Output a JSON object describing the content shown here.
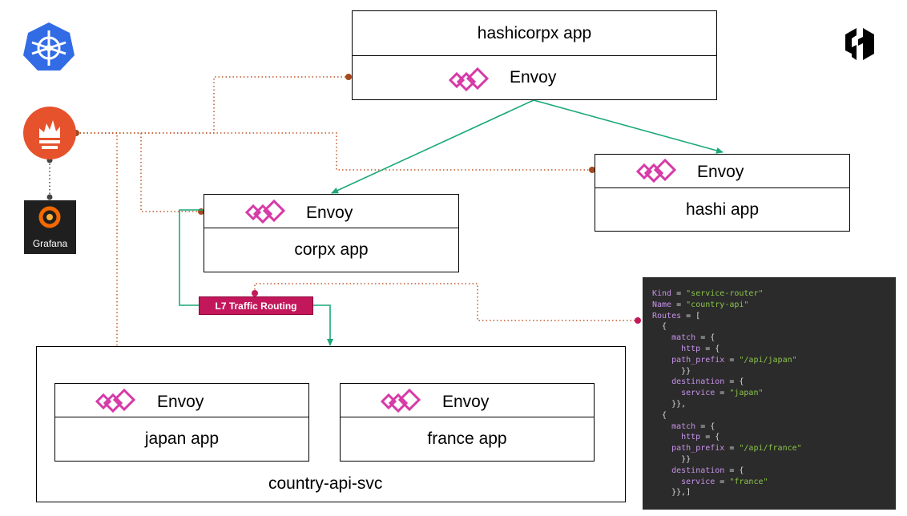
{
  "nodes": {
    "hashicorpx": {
      "app_label": "hashicorpx app",
      "proxy_label": "Envoy"
    },
    "hashi": {
      "app_label": "hashi app",
      "proxy_label": "Envoy"
    },
    "corpx": {
      "app_label": "corpx app",
      "proxy_label": "Envoy"
    },
    "japan": {
      "app_label": "japan app",
      "proxy_label": "Envoy"
    },
    "france": {
      "app_label": "france app",
      "proxy_label": "Envoy"
    }
  },
  "service_group": {
    "label": "country-api-svc"
  },
  "routing_badge": {
    "label": "L7 Traffic Routing"
  },
  "logos": {
    "kubernetes": "kubernetes-logo",
    "prometheus": "prometheus-logo",
    "grafana": {
      "label": "Grafana"
    },
    "hashicorp": "hashicorp-logo"
  },
  "colors": {
    "traffic": "#1aa97a",
    "metrics": "#c0582a",
    "badge": "#c2185b",
    "envoy": "#d63aa8"
  },
  "config": {
    "lines": [
      [
        [
          "kw",
          "Kind"
        ],
        [
          "plain",
          " = "
        ],
        [
          "str",
          "\"service-router\""
        ]
      ],
      [
        [
          "kw",
          "Name"
        ],
        [
          "plain",
          " = "
        ],
        [
          "str",
          "\"country-api\""
        ]
      ],
      [
        [
          "kw",
          "Routes"
        ],
        [
          "plain",
          " = ["
        ]
      ],
      [
        [
          "plain",
          "  {"
        ]
      ],
      [
        [
          "plain",
          "    "
        ],
        [
          "kw",
          "match"
        ],
        [
          "plain",
          " = {"
        ]
      ],
      [
        [
          "plain",
          "      "
        ],
        [
          "kw",
          "http"
        ],
        [
          "plain",
          " = {"
        ]
      ],
      [
        [
          "plain",
          "    "
        ],
        [
          "kw",
          "path_prefix"
        ],
        [
          "plain",
          " = "
        ],
        [
          "str",
          "\"/api/japan\""
        ]
      ],
      [
        [
          "plain",
          "      }}"
        ]
      ],
      [
        [
          "plain",
          "    "
        ],
        [
          "kw",
          "destination"
        ],
        [
          "plain",
          " = {"
        ]
      ],
      [
        [
          "plain",
          "      "
        ],
        [
          "kw",
          "service"
        ],
        [
          "plain",
          " = "
        ],
        [
          "str",
          "\"japan\""
        ]
      ],
      [
        [
          "plain",
          "    }},"
        ]
      ],
      [
        [
          "plain",
          "  {"
        ]
      ],
      [
        [
          "plain",
          "    "
        ],
        [
          "kw",
          "match"
        ],
        [
          "plain",
          " = {"
        ]
      ],
      [
        [
          "plain",
          "      "
        ],
        [
          "kw",
          "http"
        ],
        [
          "plain",
          " = {"
        ]
      ],
      [
        [
          "plain",
          "    "
        ],
        [
          "kw",
          "path_prefix"
        ],
        [
          "plain",
          " = "
        ],
        [
          "str",
          "\"/api/france\""
        ]
      ],
      [
        [
          "plain",
          "      }}"
        ]
      ],
      [
        [
          "plain",
          "    "
        ],
        [
          "kw",
          "destination"
        ],
        [
          "plain",
          " = {"
        ]
      ],
      [
        [
          "plain",
          "      "
        ],
        [
          "kw",
          "service"
        ],
        [
          "plain",
          " = "
        ],
        [
          "str",
          "\"france\""
        ]
      ],
      [
        [
          "plain",
          "    }},]"
        ]
      ]
    ]
  }
}
